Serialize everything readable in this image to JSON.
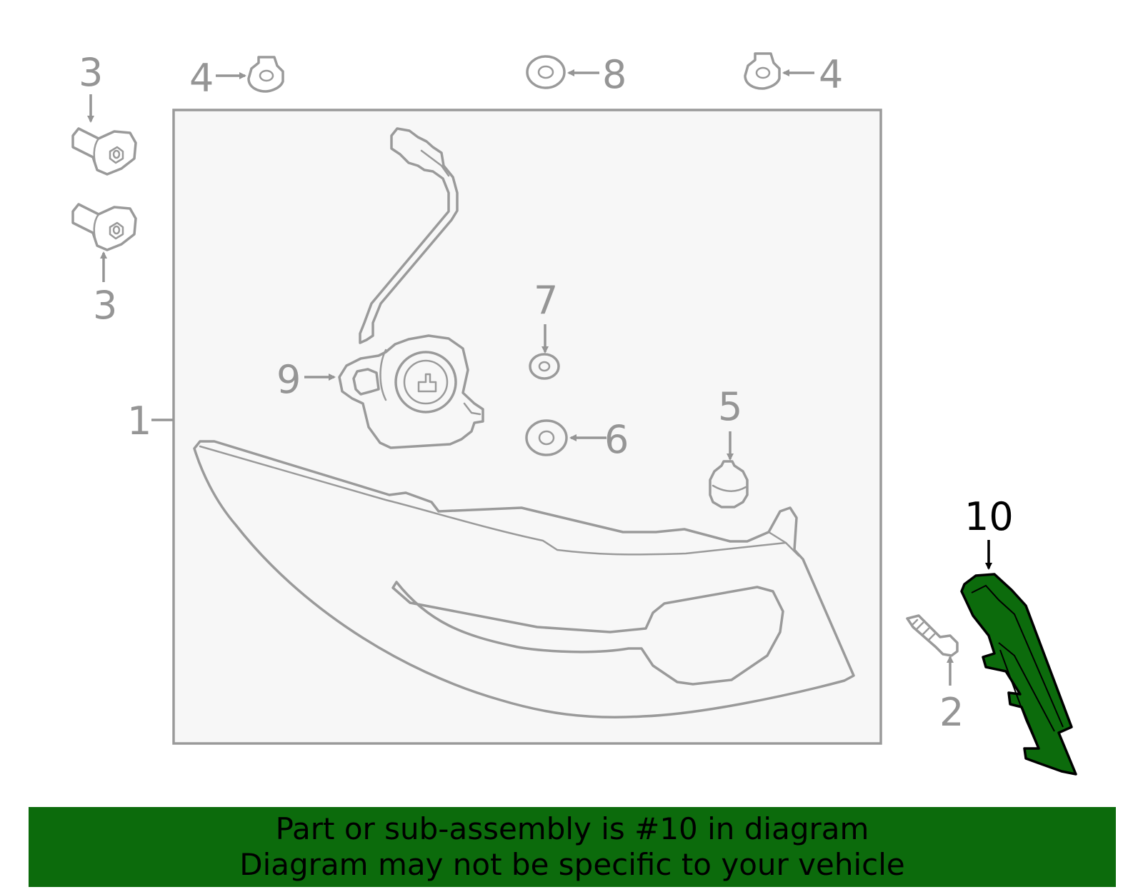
{
  "callouts": {
    "c1": "1",
    "c2": "2",
    "c3_top": "3",
    "c3_bottom": "3",
    "c4_left": "4",
    "c4_right": "4",
    "c5": "5",
    "c6": "6",
    "c7": "7",
    "c8": "8",
    "c9": "9",
    "c10": "10"
  },
  "highlight_part": "10",
  "colors": {
    "highlight": "#0c6b0c",
    "line": "#9a9a9a",
    "panel": "#f7f7f7",
    "banner": "#0c6b0c"
  },
  "banner": {
    "line1": "Part or sub-assembly is #10 in diagram",
    "line2": "Diagram may not be specific to your vehicle"
  }
}
